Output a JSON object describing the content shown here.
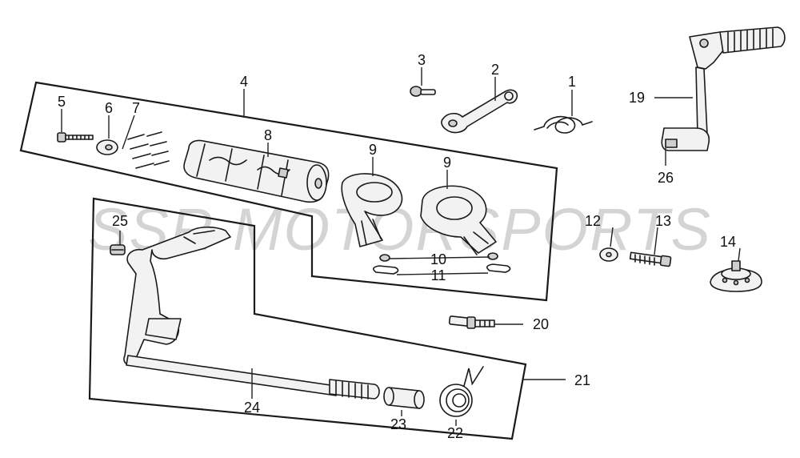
{
  "watermark": "SSR MOTORSPORTS",
  "callouts": {
    "c1": "1",
    "c2": "2",
    "c3": "3",
    "c4": "4",
    "c5": "5",
    "c6": "6",
    "c7": "7",
    "c8": "8",
    "c9a": "9",
    "c9b": "9",
    "c10": "10",
    "c11": "11",
    "c12": "12",
    "c13": "13",
    "c14": "14",
    "c19": "19",
    "c20": "20",
    "c21": "21",
    "c22": "22",
    "c23": "23",
    "c24": "24",
    "c25": "25",
    "c26": "26"
  },
  "colors": {
    "line": "#1a1a1a",
    "watermark": "#d4d4d4",
    "background": "#ffffff"
  }
}
